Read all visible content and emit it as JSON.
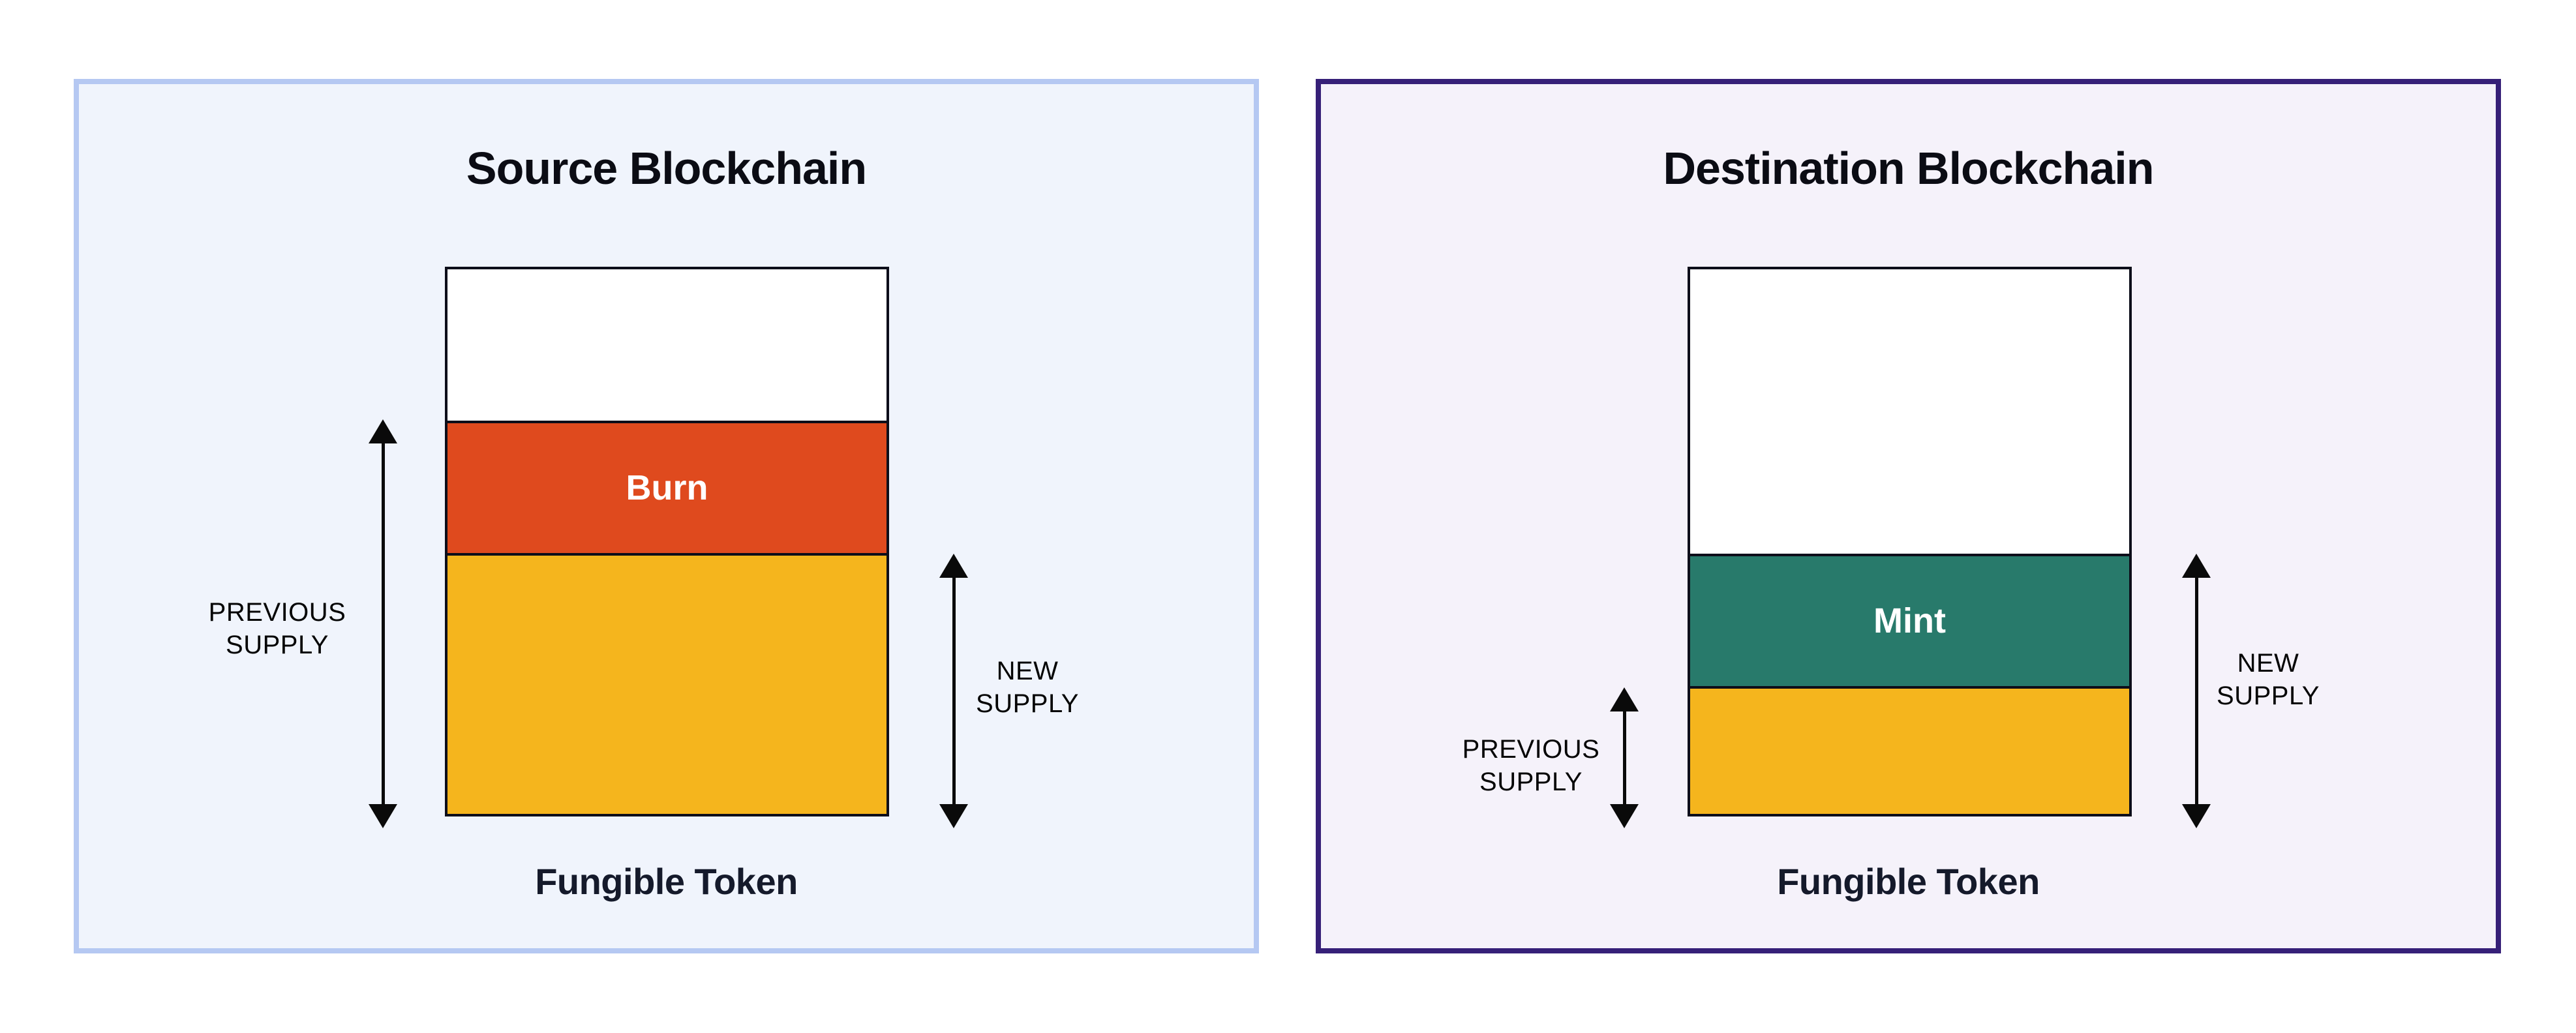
{
  "page": {
    "background": "#ffffff"
  },
  "panels": [
    {
      "key": "source",
      "title": "Source Blockchain",
      "caption": "Fungible Token",
      "colors": {
        "background": "#F0F4FC",
        "border": "#B5C8F2"
      },
      "stack": {
        "sections": [
          {
            "name": "empty-headroom",
            "label": "",
            "color": "#FFFFFF",
            "height_pct": 27.76
          },
          {
            "name": "burn",
            "label": "Burn",
            "color": "#DF4A1E",
            "height_pct": 24.32
          },
          {
            "name": "remaining-supply",
            "label": "",
            "color": "#F5B51D",
            "height_pct": 47.92
          }
        ]
      },
      "annotations": {
        "previous_supply": "PREVIOUS\nSUPPLY",
        "new_supply": "NEW\nSUPPLY"
      }
    },
    {
      "key": "destination",
      "title": "Destination Blockchain",
      "caption": "Fungible Token",
      "colors": {
        "background": "#F5F2FA",
        "border": "#362078"
      },
      "stack": {
        "sections": [
          {
            "name": "empty-headroom",
            "label": "",
            "color": "#FFFFFF",
            "height_pct": 52.19
          },
          {
            "name": "mint",
            "label": "Mint",
            "color": "#287A6B",
            "height_pct": 24.32
          },
          {
            "name": "previous-supply",
            "label": "",
            "color": "#F5B51D",
            "height_pct": 23.49
          }
        ]
      },
      "annotations": {
        "previous_supply": "PREVIOUS\nSUPPLY",
        "new_supply": "NEW\nSUPPLY"
      }
    }
  ],
  "arrow_color": "#0a0a0a"
}
